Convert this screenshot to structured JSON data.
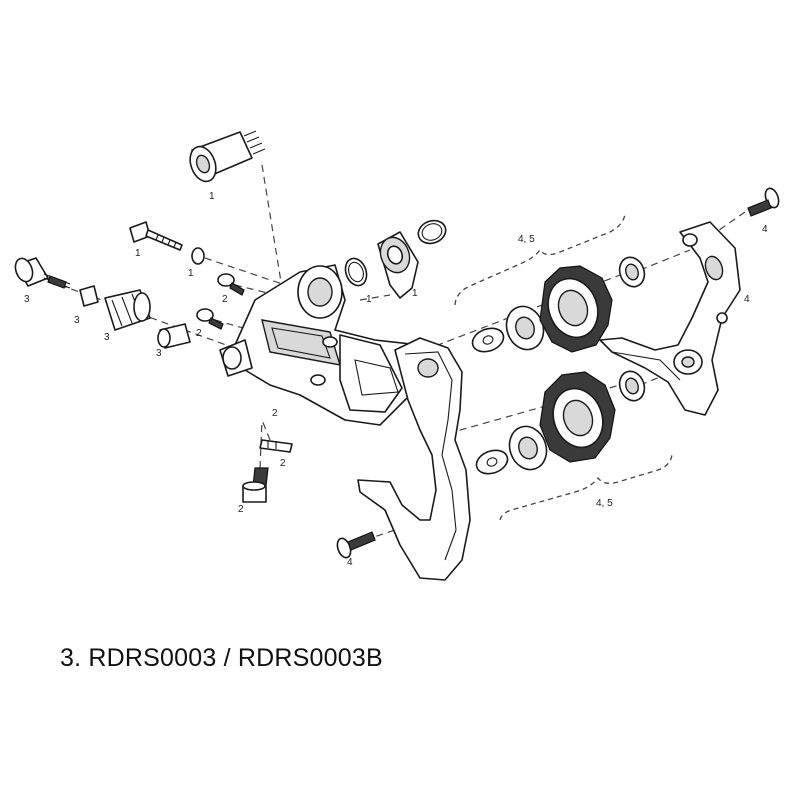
{
  "caption": "3. RDRS0003 / RDRS0003B",
  "callouts": {
    "c1a": "1",
    "c1b": "1",
    "c1c": "1",
    "c1d": "1",
    "c1e": "1",
    "c2a": "2",
    "c2b": "2",
    "c2c": "2",
    "c2d": "2",
    "c2e": "2",
    "c3a": "3",
    "c3b": "3",
    "c3c": "3",
    "c3d": "3",
    "c4a": "4",
    "c4b": "4",
    "c4c": "4",
    "c45a": "4, 5",
    "c45b": "4, 5"
  }
}
